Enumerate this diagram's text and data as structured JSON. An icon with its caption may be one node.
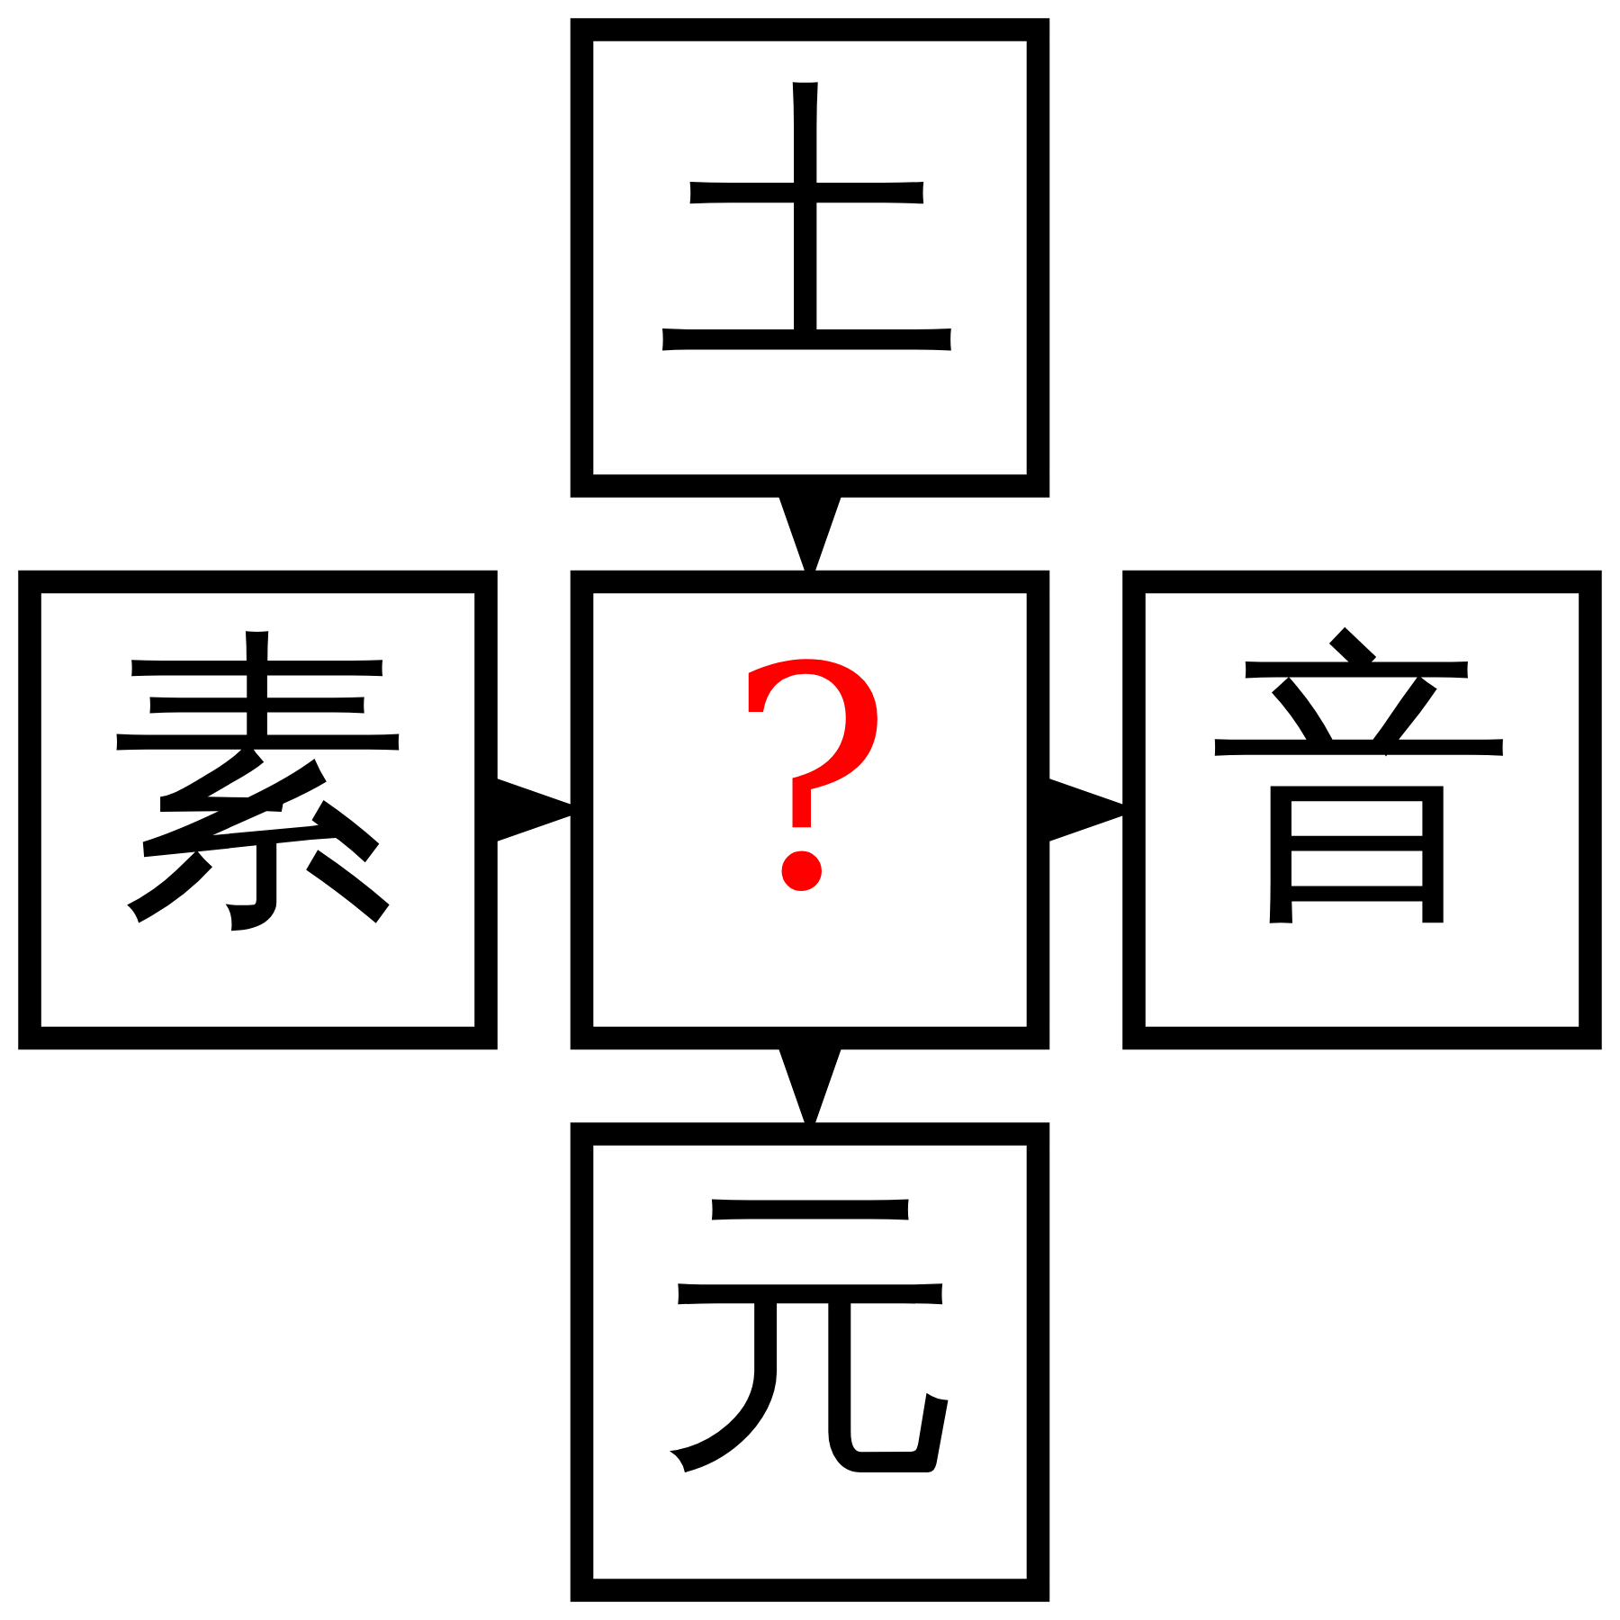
{
  "diagram": {
    "nodes": [
      {
        "text": [
          "土"
        ]
      },
      {
        "text": [
          "素"
        ]
      },
      {
        "text": [
          "?"
        ]
      },
      {
        "text": [
          "音"
        ]
      },
      {
        "text": [
          "元"
        ]
      }
    ],
    "edges": [
      {
        "from": 0,
        "to": 2,
        "arrow": "to"
      },
      {
        "from": 1,
        "to": 2,
        "arrow": "to"
      },
      {
        "from": 2,
        "to": 3,
        "arrow": "to"
      },
      {
        "from": 2,
        "to": 4,
        "arrow": "to"
      }
    ]
  }
}
